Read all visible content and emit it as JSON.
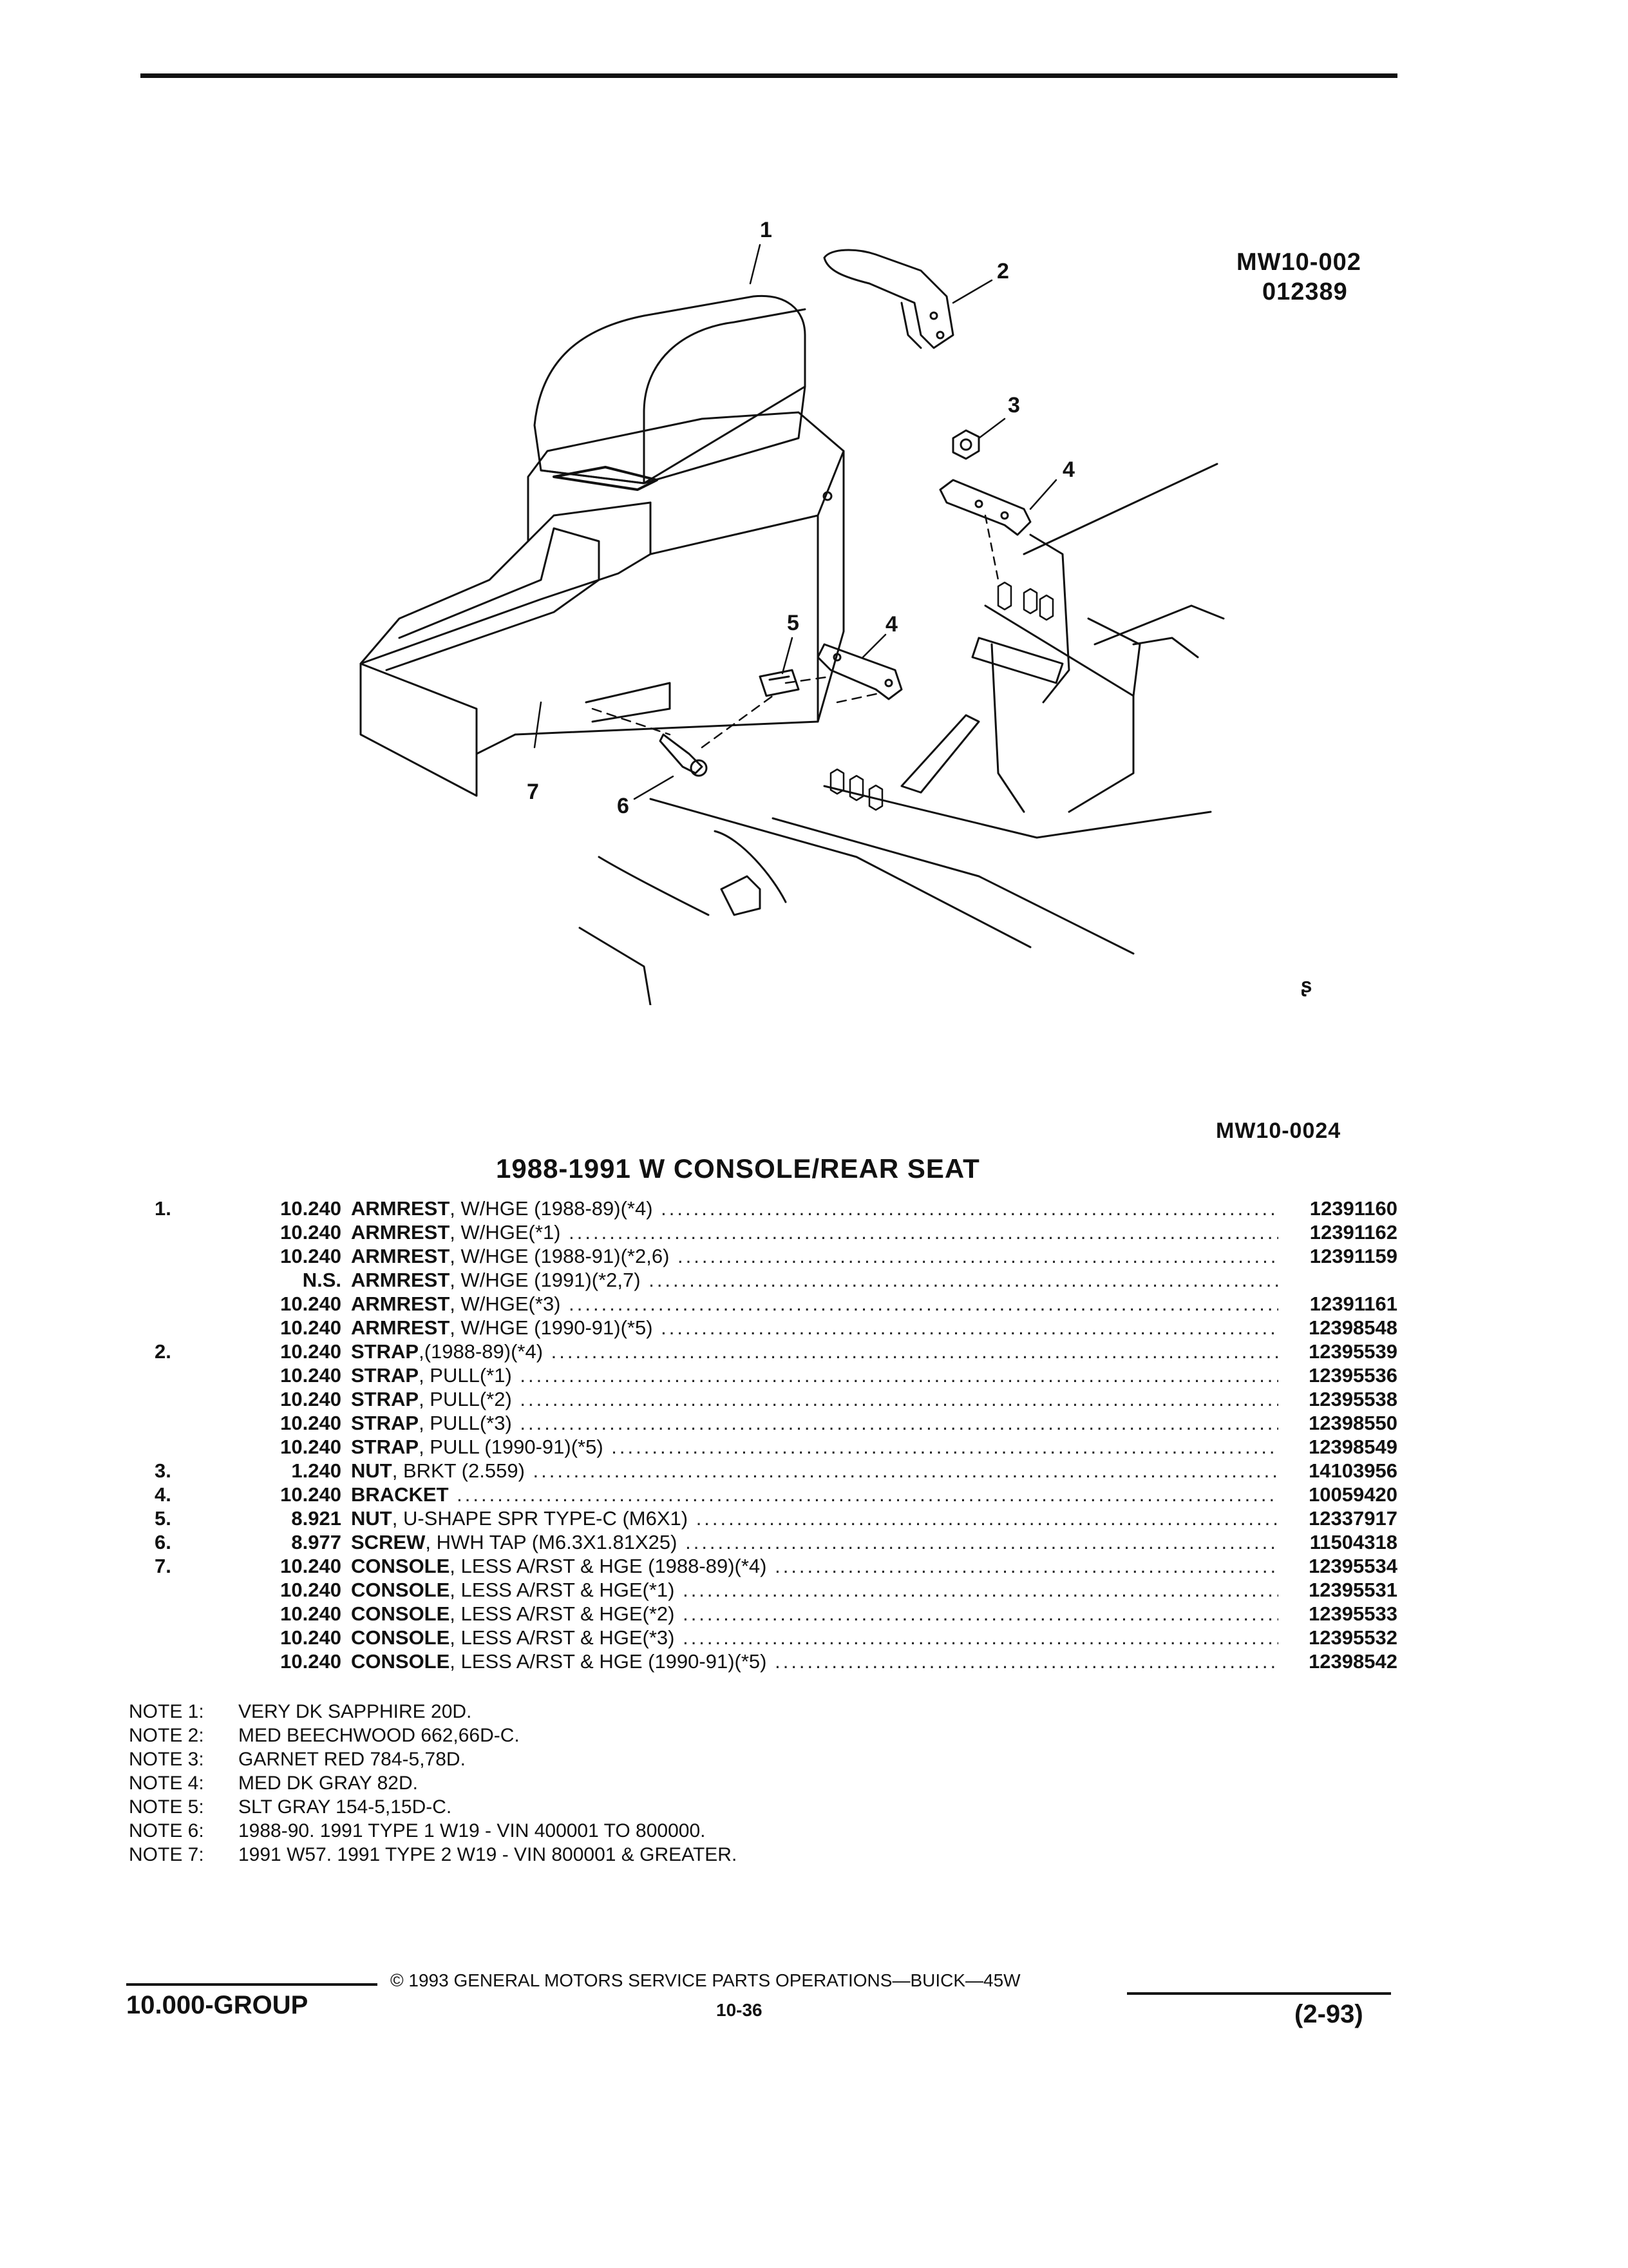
{
  "diagram": {
    "ref_code": "MW10-002",
    "ref_number": "012389",
    "bottom_ref": "MW10-0024",
    "callouts": [
      "1",
      "2",
      "3",
      "4",
      "5",
      "4",
      "6",
      "7"
    ]
  },
  "section_title": "1988-1991 W CONSOLE/REAR SEAT",
  "parts": [
    {
      "num": "1.",
      "group": "10.240",
      "name": "ARMREST",
      "desc": ", W/HGE (1988-89)(*4)",
      "part": "12391160"
    },
    {
      "num": "",
      "group": "10.240",
      "name": "ARMREST",
      "desc": ", W/HGE(*1)",
      "part": "12391162"
    },
    {
      "num": "",
      "group": "10.240",
      "name": "ARMREST",
      "desc": ", W/HGE (1988-91)(*2,6)",
      "part": "12391159"
    },
    {
      "num": "",
      "group": "N.S.",
      "name": "ARMREST",
      "desc": ", W/HGE (1991)(*2,7)",
      "part": ""
    },
    {
      "num": "",
      "group": "10.240",
      "name": "ARMREST",
      "desc": ", W/HGE(*3)",
      "part": "12391161"
    },
    {
      "num": "",
      "group": "10.240",
      "name": "ARMREST",
      "desc": ", W/HGE (1990-91)(*5)",
      "part": "12398548"
    },
    {
      "num": "2.",
      "group": "10.240",
      "name": "STRAP",
      "desc": ",(1988-89)(*4)",
      "part": "12395539"
    },
    {
      "num": "",
      "group": "10.240",
      "name": "STRAP",
      "desc": ", PULL(*1)",
      "part": "12395536"
    },
    {
      "num": "",
      "group": "10.240",
      "name": "STRAP",
      "desc": ", PULL(*2)",
      "part": "12395538"
    },
    {
      "num": "",
      "group": "10.240",
      "name": "STRAP",
      "desc": ", PULL(*3)",
      "part": "12398550"
    },
    {
      "num": "",
      "group": "10.240",
      "name": "STRAP",
      "desc": ", PULL (1990-91)(*5)",
      "part": "12398549"
    },
    {
      "num": "3.",
      "group": "1.240",
      "name": "NUT",
      "desc": ", BRKT (2.559)",
      "part": "14103956"
    },
    {
      "num": "4.",
      "group": "10.240",
      "name": "BRACKET",
      "desc": "",
      "part": "10059420"
    },
    {
      "num": "5.",
      "group": "8.921",
      "name": "NUT",
      "desc": ", U-SHAPE SPR TYPE-C (M6X1)",
      "part": "12337917"
    },
    {
      "num": "6.",
      "group": "8.977",
      "name": "SCREW",
      "desc": ", HWH TAP (M6.3X1.81X25)",
      "part": "11504318"
    },
    {
      "num": "7.",
      "group": "10.240",
      "name": "CONSOLE",
      "desc": ", LESS A/RST & HGE (1988-89)(*4)",
      "part": "12395534"
    },
    {
      "num": "",
      "group": "10.240",
      "name": "CONSOLE",
      "desc": ", LESS A/RST & HGE(*1)",
      "part": "12395531"
    },
    {
      "num": "",
      "group": "10.240",
      "name": "CONSOLE",
      "desc": ", LESS A/RST & HGE(*2)",
      "part": "12395533"
    },
    {
      "num": "",
      "group": "10.240",
      "name": "CONSOLE",
      "desc": ", LESS A/RST & HGE(*3)",
      "part": "12395532"
    },
    {
      "num": "",
      "group": "10.240",
      "name": "CONSOLE",
      "desc": ", LESS A/RST & HGE (1990-91)(*5)",
      "part": "12398542"
    }
  ],
  "notes": [
    {
      "label": "NOTE 1:",
      "text": "VERY DK SAPPHIRE 20D."
    },
    {
      "label": "NOTE 2:",
      "text": "MED BEECHWOOD 662,66D-C."
    },
    {
      "label": "NOTE 3:",
      "text": "GARNET RED 784-5,78D."
    },
    {
      "label": "NOTE 4:",
      "text": "MED DK GRAY 82D."
    },
    {
      "label": "NOTE 5:",
      "text": "SLT GRAY 154-5,15D-C."
    },
    {
      "label": "NOTE 6:",
      "text": "1988-90. 1991 TYPE 1 W19 - VIN 400001 TO 800000."
    },
    {
      "label": "NOTE 7:",
      "text": "1991 W57. 1991 TYPE 2 W19 - VIN 800001 & GREATER."
    }
  ],
  "footer": {
    "copyright": "© 1993 GENERAL MOTORS SERVICE PARTS OPERATIONS—BUICK—45W",
    "group": "10.000-GROUP",
    "page": "10-36",
    "date": "(2-93)"
  }
}
